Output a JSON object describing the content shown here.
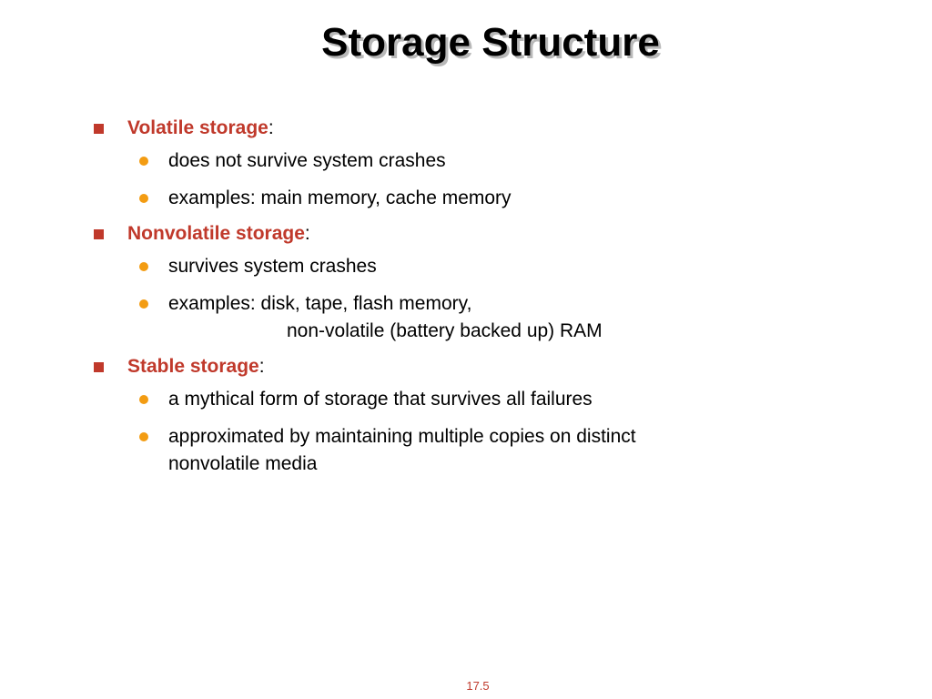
{
  "slide": {
    "title": "Storage Structure",
    "page_number": "17.5",
    "colors": {
      "term": "#c0392b",
      "square_bullet": "#c0392b",
      "dot_bullet": "#f39c12",
      "page_number": "#c0392b"
    },
    "sections": [
      {
        "term": "Volatile storage",
        "suffix": ":",
        "items": [
          {
            "text": "does not survive system crashes"
          },
          {
            "text": "examples: main memory, cache memory"
          }
        ]
      },
      {
        "term": "Nonvolatile storage",
        "suffix": ":",
        "items": [
          {
            "text": "survives system crashes"
          },
          {
            "text": "examples: disk, tape, flash memory,",
            "continuation": "non-volatile (battery backed up) RAM"
          }
        ]
      },
      {
        "term": "Stable storage",
        "suffix": ":",
        "items": [
          {
            "text": "a mythical form of storage that survives all failures"
          },
          {
            "text": "approximated by maintaining multiple copies on distinct",
            "continuation": "nonvolatile media"
          }
        ]
      }
    ]
  }
}
